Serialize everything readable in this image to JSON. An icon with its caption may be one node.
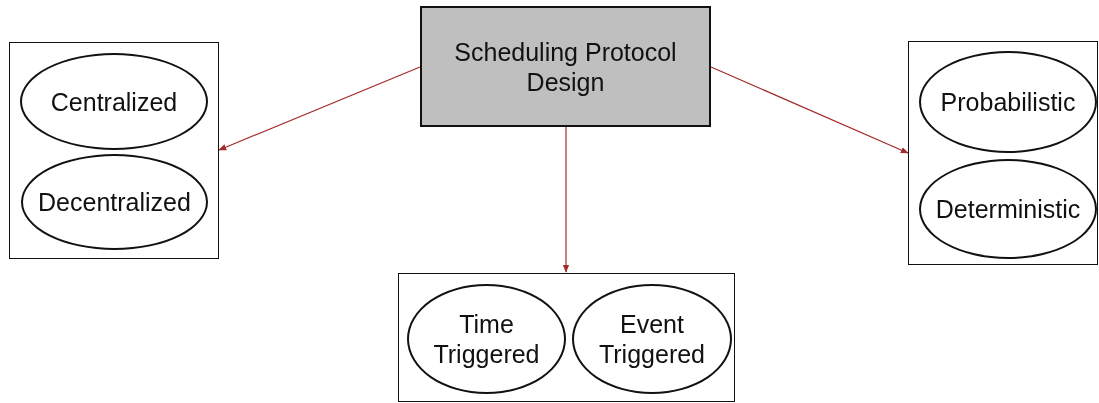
{
  "diagram": {
    "nodes": [
      {
        "text": [
          "Scheduling Protocol Design"
        ]
      },
      {
        "text": [],
        "shape": "box"
      },
      {
        "text": [
          "Centralized"
        ],
        "in": 1
      },
      {
        "text": [
          "Decentralized"
        ],
        "in": 1
      },
      {
        "text": [],
        "shape": "box"
      },
      {
        "text": [
          "Probabilistic"
        ],
        "in": 4
      },
      {
        "text": [
          "Deterministic"
        ],
        "in": 4
      },
      {
        "text": [],
        "shape": "box"
      },
      {
        "text": [
          "Time Triggered"
        ],
        "in": 7
      },
      {
        "text": [
          "Event Triggered"
        ],
        "in": 7
      }
    ],
    "edges": [
      {
        "from": 0,
        "to": 1,
        "arrow": "to",
        "color": "#a52a2a"
      },
      {
        "from": 0,
        "to": 4,
        "arrow": "to",
        "color": "#a52a2a"
      },
      {
        "from": 0,
        "to": 7,
        "arrow": "to",
        "color": "#a52a2a"
      }
    ]
  }
}
